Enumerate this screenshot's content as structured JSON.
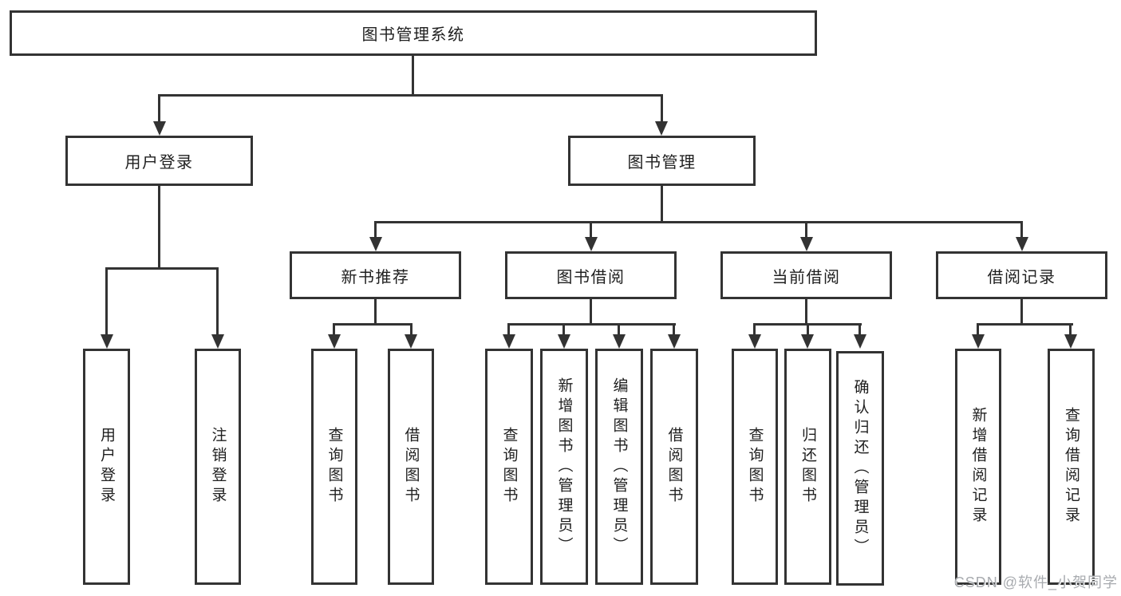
{
  "colors": {
    "line": "#333333",
    "text": "#1f1f1f",
    "background": "#ffffff",
    "watermark": "#a8abaf"
  },
  "nodes": {
    "root": {
      "label": "图书管理系统"
    },
    "userLogin": {
      "label": "用户登录"
    },
    "bookMgmt": {
      "label": "图书管理"
    },
    "newBookRec": {
      "label": "新书推荐"
    },
    "bookBorrow": {
      "label": "图书借阅"
    },
    "currentBorrow": {
      "label": "当前借阅"
    },
    "borrowRecords": {
      "label": "借阅记录"
    },
    "leafUserLogin": {
      "label": "用户登录"
    },
    "leafLogout": {
      "label": "注销登录"
    },
    "leafQueryBookRec": {
      "label": "查询图书"
    },
    "leafBorrowBookRec": {
      "label": "借阅图书"
    },
    "leafQueryBookBorrow": {
      "label": "查询图书"
    },
    "leafAddBook": {
      "label": "新增图书（管理员）"
    },
    "leafEditBook": {
      "label": "编辑图书（管理员）"
    },
    "leafBorrowBook": {
      "label": "借阅图书"
    },
    "leafQueryBookCur": {
      "label": "查询图书"
    },
    "leafReturnBook": {
      "label": "归还图书"
    },
    "leafConfirmReturn": {
      "label": "确认归还（管理员）"
    },
    "leafAddBorrowRecord": {
      "label": "新增借阅记录"
    },
    "leafQueryBorrowRecord": {
      "label": "查询借阅记录"
    }
  },
  "watermark": {
    "text": "CSDN @软件_小贺同学"
  }
}
